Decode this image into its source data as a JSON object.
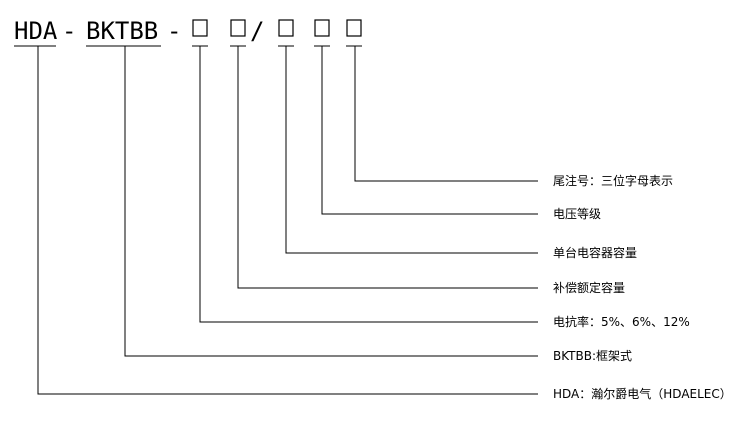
{
  "code": {
    "segments": [
      "HDA",
      "-",
      "BKTBB",
      "-",
      "□",
      "□",
      "/",
      "□",
      "□",
      "□"
    ]
  },
  "descriptions": [
    "尾注号：三位字母表示",
    "电压等级",
    "单台电容器容量",
    "补偿额定容量",
    "电抗率：5%、6%、12%",
    "BKTBB:框架式",
    "HDA：瀚尔爵电气（HDAELEC）"
  ]
}
